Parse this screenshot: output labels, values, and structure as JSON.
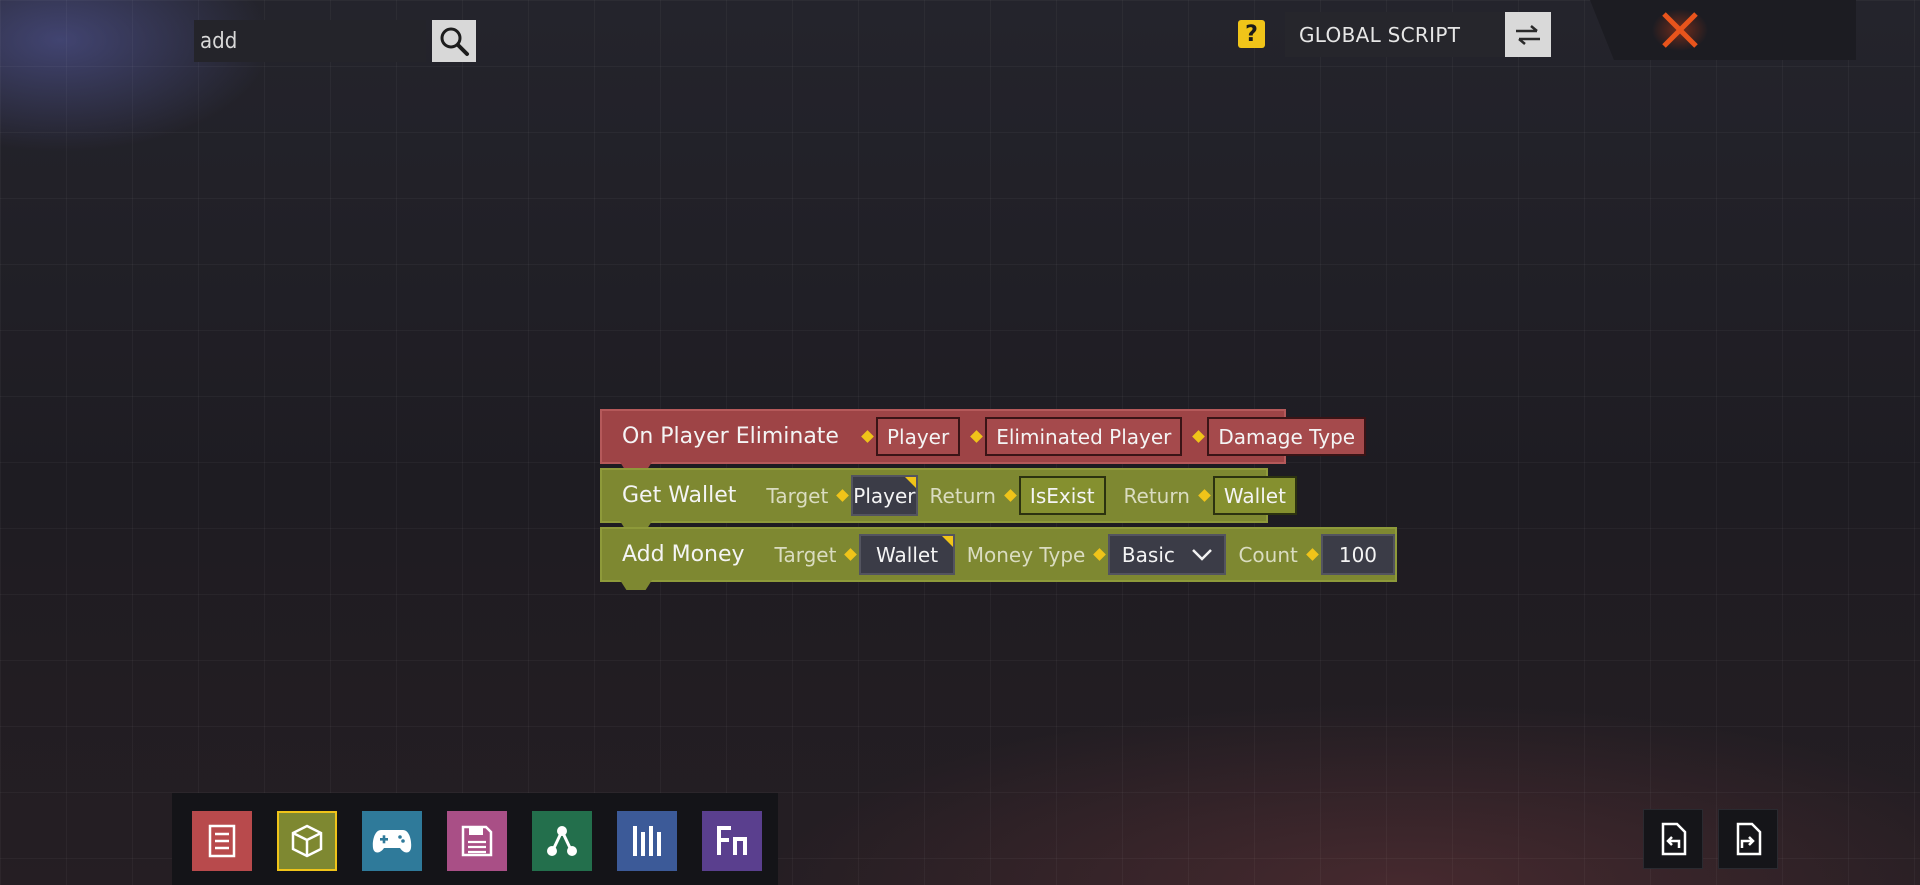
{
  "search": {
    "value": "add"
  },
  "header": {
    "help_label": "?",
    "script_name": "GLOBAL SCRIPT"
  },
  "blocks": {
    "event": {
      "title": "On Player Eliminate",
      "outputs": [
        "Player",
        "Eliminated Player",
        "Damage Type"
      ]
    },
    "get_wallet": {
      "title": "Get Wallet",
      "target_label": "Target",
      "target_value": "Player",
      "return1_label": "Return",
      "return1_value": "IsExist",
      "return2_label": "Return",
      "return2_value": "Wallet"
    },
    "add_money": {
      "title": "Add Money",
      "target_label": "Target",
      "target_value": "Wallet",
      "money_type_label": "Money Type",
      "money_type_value": "Basic",
      "count_label": "Count",
      "count_value": "100"
    }
  },
  "toolbar": {
    "tools": [
      {
        "name": "notes-icon",
        "color": "#b84a4c"
      },
      {
        "name": "cube-icon",
        "color": "#7e8831",
        "selected": true
      },
      {
        "name": "gamepad-icon",
        "color": "#2f7a9a"
      },
      {
        "name": "save-icon",
        "color": "#a94f86"
      },
      {
        "name": "nodes-icon",
        "color": "#236f4c"
      },
      {
        "name": "bars-icon",
        "color": "#3c5a98"
      },
      {
        "name": "function-icon",
        "color": "#5a3f8e"
      }
    ]
  },
  "colors": {
    "accent": "#f0c419",
    "close": "#e8541c",
    "event_block": "#9e4446",
    "action_block": "#7e8831"
  }
}
